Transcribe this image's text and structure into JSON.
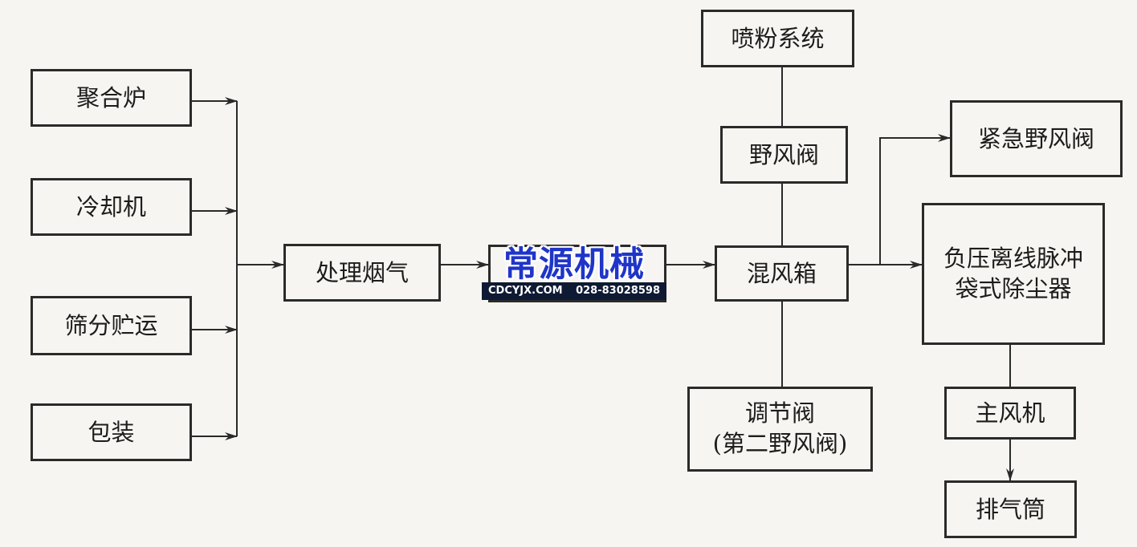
{
  "diagram": {
    "nodes": {
      "polymerization_furnace": "聚合炉",
      "cooler": "冷却机",
      "screening_storage": "筛分贮运",
      "packaging": "包装",
      "process_fumes": "处理烟气",
      "powder_spray_system": "喷粉系统",
      "wild_air_valve": "野风阀",
      "mixing_box": "混风箱",
      "regulating_valve": [
        "调节阀",
        "(第二野风阀)"
      ],
      "emergency_wild_air_valve": "紧急野风阀",
      "bag_filter": [
        "负压离线脉冲",
        "袋式除尘器"
      ],
      "main_fan": "主风机",
      "exhaust_stack": "排气筒"
    },
    "watermark": {
      "title": "常源机械",
      "site": "CDCYJX.COM",
      "phone": "028-83028598"
    }
  }
}
